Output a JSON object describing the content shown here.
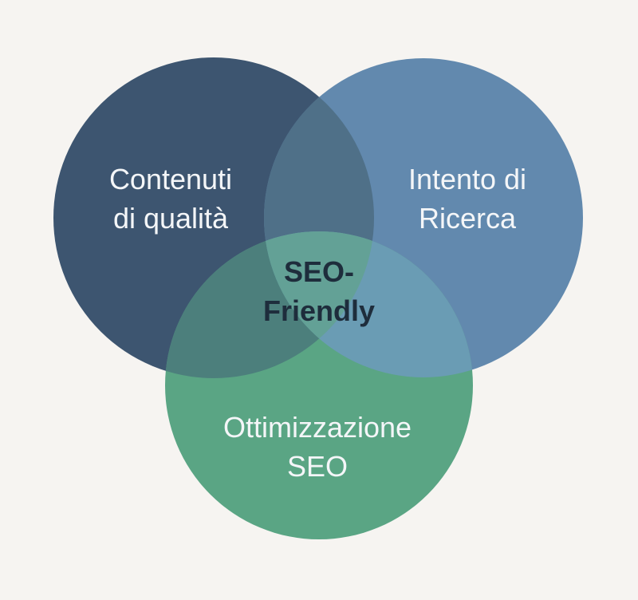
{
  "diagram": {
    "circles": [
      {
        "id": "contenuti",
        "label_lines": [
          "Contenuti",
          "di qualità"
        ],
        "color": "#3d5570"
      },
      {
        "id": "intento",
        "label_lines": [
          "Intento di",
          "Ricerca"
        ],
        "color": "#6289ae"
      },
      {
        "id": "ottimizzazione",
        "label_lines": [
          "Ottimizzazione",
          "SEO"
        ],
        "color": "#5aa584"
      }
    ],
    "center": {
      "label_lines": [
        "SEO-",
        "Friendly"
      ]
    },
    "intersection_colors": {
      "contenuti_intento": "#4f7088",
      "contenuti_ottimizzazione": "#4c7f7c",
      "intento_ottimizzazione": "#6a9cb4",
      "all_three": "#63a196"
    }
  }
}
